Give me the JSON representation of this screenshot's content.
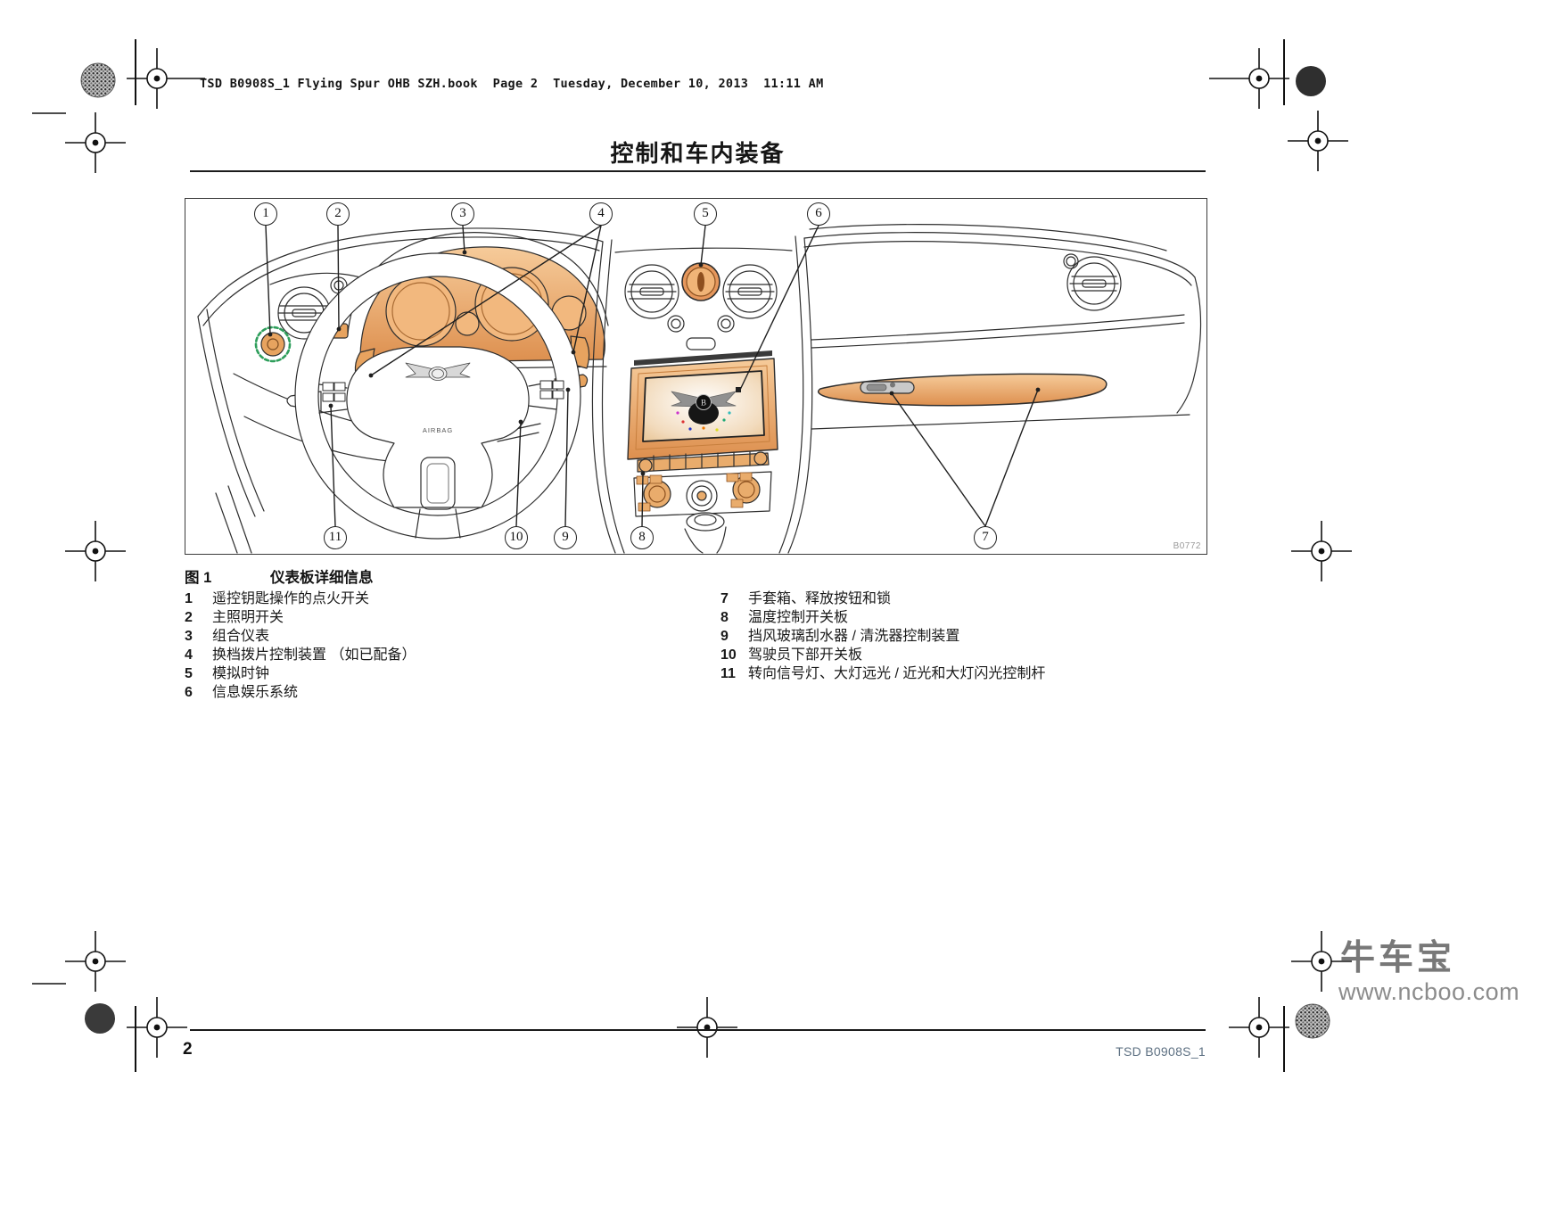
{
  "page": {
    "header": "TSD B0908S_1 Flying Spur OHB SZH.book  Page 2  Tuesday, December 10, 2013  11:11 AM",
    "title": "控制和车内装备",
    "page_number": "2",
    "doc_code": "TSD B0908S_1"
  },
  "figure": {
    "label": "图 1",
    "caption": "仪表板详细信息",
    "image_code": "B0772",
    "airbag_label": "AIRBAG",
    "emblem_letter": "B",
    "callouts": [
      "1",
      "2",
      "3",
      "4",
      "5",
      "6",
      "7",
      "8",
      "9",
      "10",
      "11"
    ]
  },
  "legend": {
    "left": [
      {
        "num": "1",
        "text": "遥控钥匙操作的点火开关"
      },
      {
        "num": "2",
        "text": "主照明开关"
      },
      {
        "num": "3",
        "text": "组合仪表"
      },
      {
        "num": "4",
        "text": "换档拨片控制装置 （如已配备）"
      },
      {
        "num": "5",
        "text": "模拟时钟"
      },
      {
        "num": "6",
        "text": "信息娱乐系统"
      }
    ],
    "right": [
      {
        "num": "7",
        "text": "手套箱、释放按钮和锁"
      },
      {
        "num": "8",
        "text": "温度控制开关板"
      },
      {
        "num": "9",
        "text": "挡风玻璃刮水器 / 清洗器控制装置"
      },
      {
        "num": "10",
        "text": "驾驶员下部开关板"
      },
      {
        "num": "11",
        "text": "转向信号灯、大灯远光 / 近光和大灯闪光控制杆"
      }
    ]
  },
  "watermark": {
    "brand": "牛车宝",
    "site": "www.ncboo.com"
  },
  "colors": {
    "accent_orange": "#E59A5B",
    "ignition_green": "#2E9E5B",
    "watermark_gray": "#787878",
    "doc_code_color": "#5d7082"
  }
}
